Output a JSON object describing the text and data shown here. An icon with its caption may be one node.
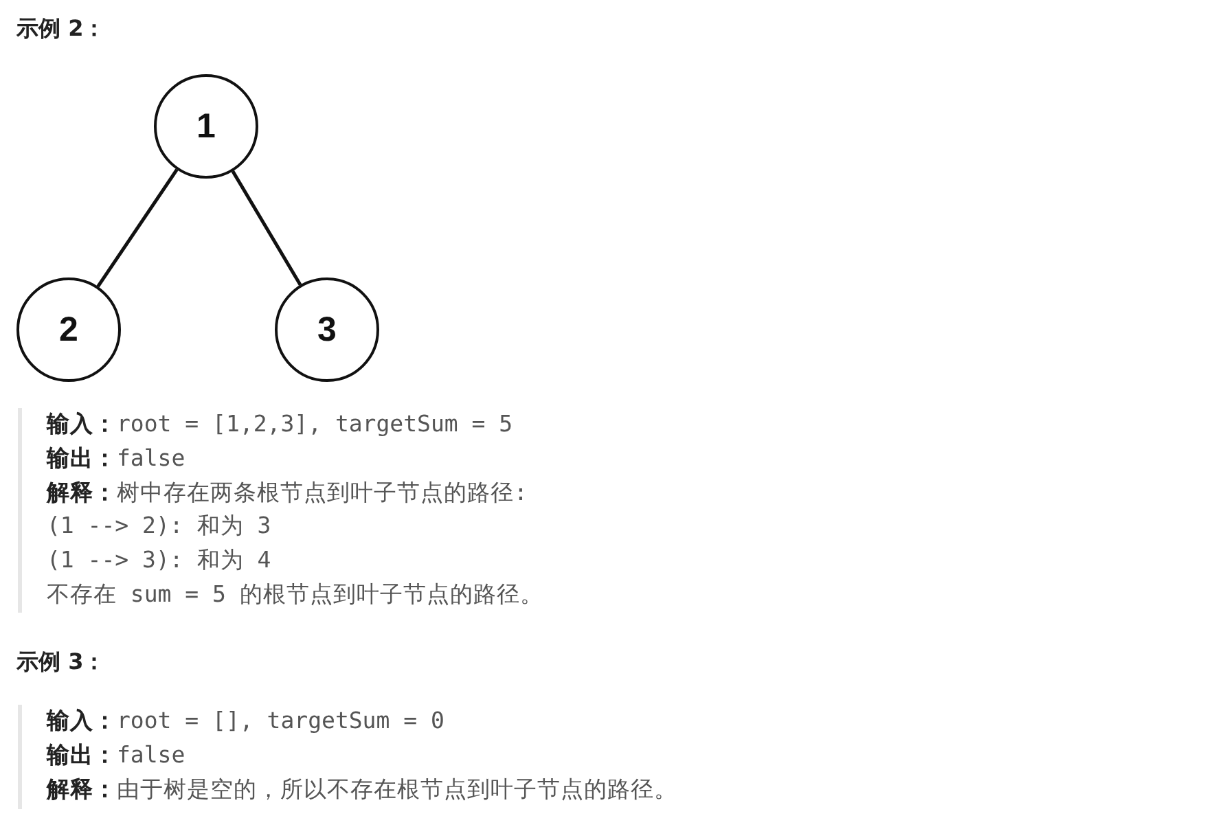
{
  "diagram": {
    "nodes": [
      {
        "text": [
          "1"
        ]
      },
      {
        "text": [
          "2"
        ]
      },
      {
        "text": [
          "3"
        ]
      }
    ],
    "edges": [
      {
        "from": 0,
        "to": 1,
        "arrow": "none"
      },
      {
        "from": 0,
        "to": 2,
        "arrow": "none"
      }
    ],
    "labels": [
      "示例 2：",
      "**输入：**root = [1,2,3], targetSum = 5",
      "**输出：**false",
      "**解释：**树中存在两条根节点到叶子节点的路径:",
      "(1 --> 2): 和为 3",
      "(1 --> 3): 和为 4",
      "不存在 sum = 5 的根节点到叶子节点的路径。",
      "示例 3：",
      "**输入：**root = [], targetSum = 0",
      "**输出：**false",
      "**解释：**由于树是空的，所以不存在根节点到叶子节点的路径。"
    ]
  }
}
